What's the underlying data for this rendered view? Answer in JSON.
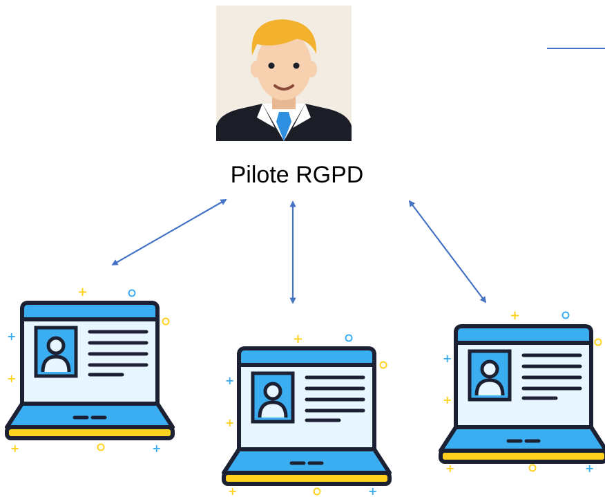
{
  "diagram": {
    "central_node": {
      "label": "Pilote RGPD",
      "icon": "business-person-avatar-icon"
    },
    "connected_nodes": [
      {
        "icon": "laptop-profile-icon"
      },
      {
        "icon": "laptop-profile-icon"
      },
      {
        "icon": "laptop-profile-icon"
      }
    ],
    "connectors": {
      "style": "bidirectional-arrow",
      "count": 3
    }
  },
  "colors": {
    "arrow": "#4472C4",
    "outline": "#1C2033",
    "screen_top": "#3AAEF0",
    "laptop_base": "#3AAEF0",
    "laptop_stand": "#FFD21F",
    "screen_panel": "#E8F6FF",
    "avatar_background": "#F3ECE3",
    "hair": "#F2B22E",
    "skin": "#F7D0AF",
    "suit": "#1B1E27",
    "tie": "#2F8FE0",
    "sparkle_blue": "#3AAEF0",
    "sparkle_yellow": "#FFD21F"
  }
}
